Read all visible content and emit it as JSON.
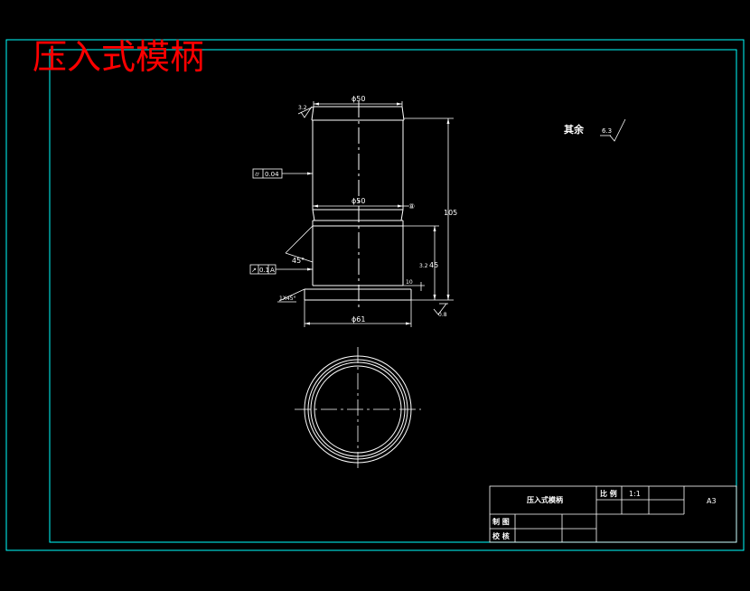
{
  "title": "压入式模柄",
  "surface_note": "其余",
  "roughness": {
    "general": "6.3",
    "top_face": "3.2",
    "bottom_face": "0.8",
    "side": "3.2"
  },
  "dimensions": {
    "top_diameter": "ϕ50",
    "mid_diameter": "ϕ50",
    "fit_symbol": "⑧",
    "overall_height": "105",
    "step_height": "45",
    "chamfer_angle": "45°",
    "chamfer_note": "1X45°",
    "flange_diameter": "ϕ61",
    "flange_thickness": "10"
  },
  "tolerances": {
    "cylindricity": "⌭",
    "cylindricity_value": "0.04",
    "runout": "↗",
    "runout_value": "0.1",
    "runout_datum": "A"
  },
  "title_block": {
    "part_name": "压入式模柄",
    "scale_label": "比 例",
    "scale_value": "1:1",
    "sheet_size": "A3",
    "drawn_label": "制 图",
    "checked_label": "校 核"
  },
  "colors": {
    "background": "#000000",
    "border": "#00ffff",
    "line": "#ffffff",
    "title": "#ff0000"
  }
}
